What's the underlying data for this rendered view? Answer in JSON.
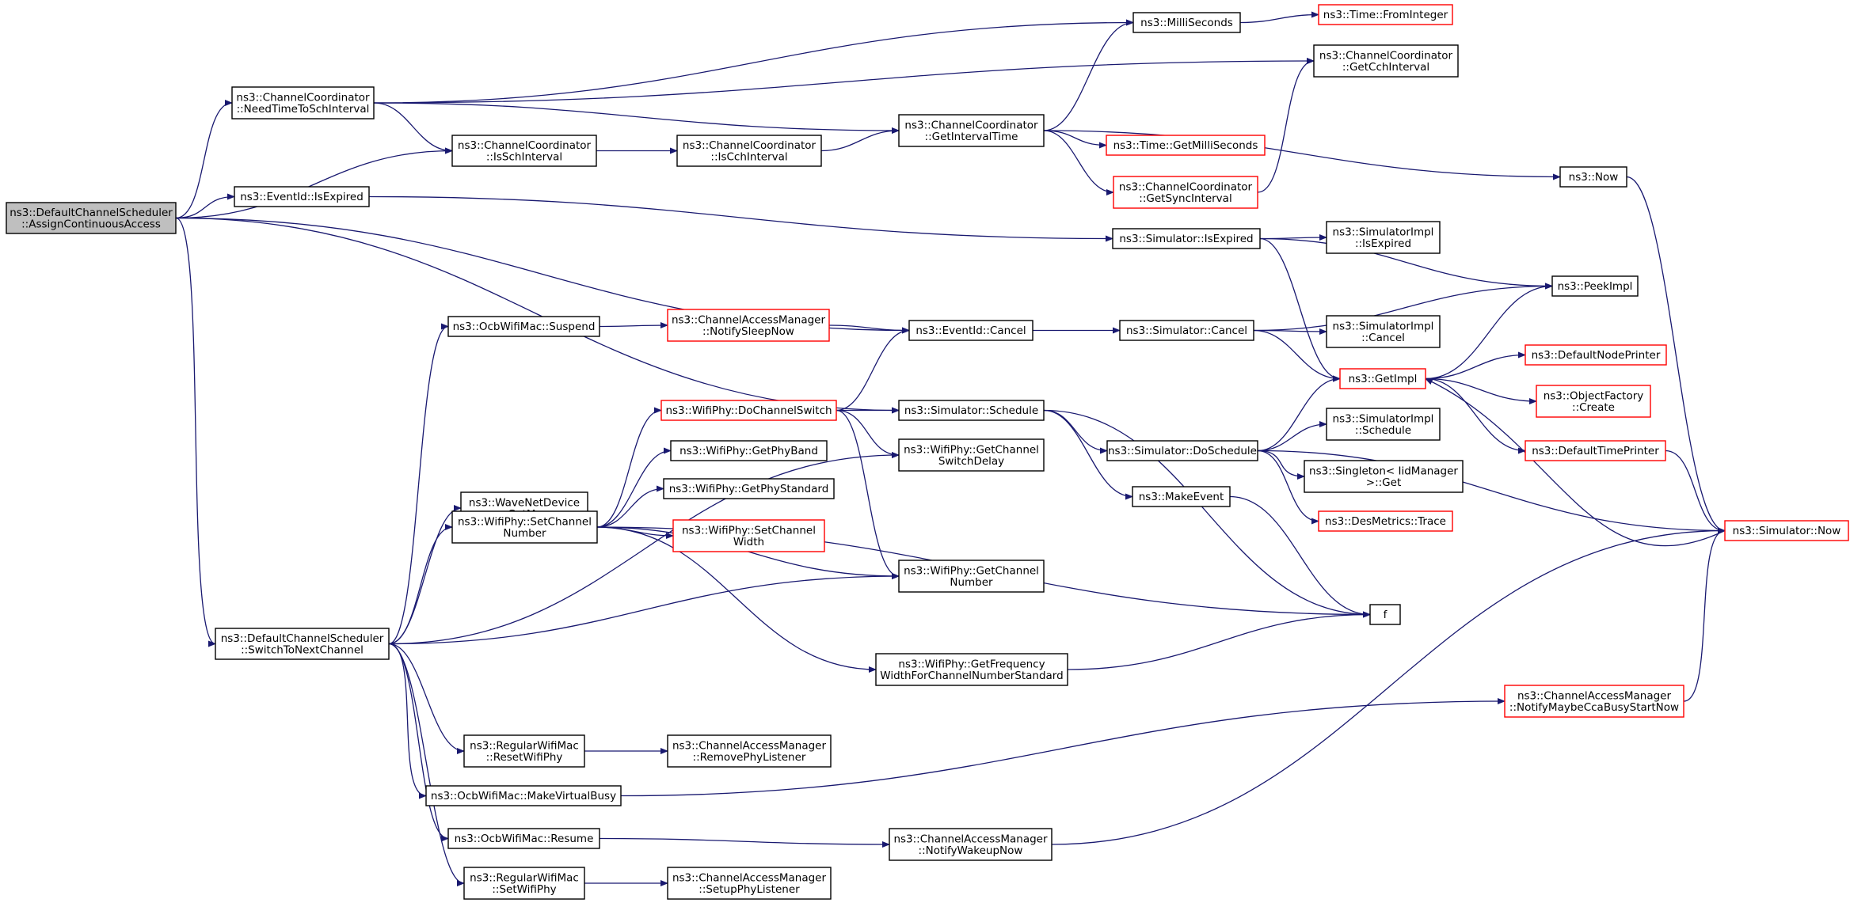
{
  "colors": {
    "edge": "#191970",
    "box_normal": "#000000",
    "box_truncated": "#ff0000",
    "root_fill": "#bfbfbf",
    "background": "#ffffff"
  },
  "nodes": [
    {
      "id": "root",
      "label": [
        "ns3::DefaultChannelScheduler",
        "::AssignContinuousAccess"
      ],
      "style": "root"
    },
    {
      "id": "needTime",
      "label": [
        "ns3::ChannelCoordinator",
        "::NeedTimeToSchInterval"
      ],
      "style": "normal"
    },
    {
      "id": "isSch",
      "label": [
        "ns3::ChannelCoordinator",
        "::IsSchInterval"
      ],
      "style": "normal"
    },
    {
      "id": "isCch",
      "label": [
        "ns3::ChannelCoordinator",
        "::IsCchInterval"
      ],
      "style": "normal"
    },
    {
      "id": "getInterval",
      "label": [
        "ns3::ChannelCoordinator",
        "::GetIntervalTime"
      ],
      "style": "normal"
    },
    {
      "id": "milli",
      "label": [
        "ns3::MilliSeconds"
      ],
      "style": "normal"
    },
    {
      "id": "fromInt",
      "label": [
        "ns3::Time::FromInteger"
      ],
      "style": "truncated"
    },
    {
      "id": "getCch",
      "label": [
        "ns3::ChannelCoordinator",
        "::GetCchInterval"
      ],
      "style": "normal"
    },
    {
      "id": "getMilli",
      "label": [
        "ns3::Time::GetMilliSeconds"
      ],
      "style": "truncated"
    },
    {
      "id": "getSync",
      "label": [
        "ns3::ChannelCoordinator",
        "::GetSyncInterval"
      ],
      "style": "truncated"
    },
    {
      "id": "now",
      "label": [
        "ns3::Now"
      ],
      "style": "normal"
    },
    {
      "id": "evIsExpired",
      "label": [
        "ns3::EventId::IsExpired"
      ],
      "style": "normal"
    },
    {
      "id": "simIsExpired",
      "label": [
        "ns3::Simulator::IsExpired"
      ],
      "style": "normal"
    },
    {
      "id": "implIsExpired",
      "label": [
        "ns3::SimulatorImpl",
        "::IsExpired"
      ],
      "style": "normal"
    },
    {
      "id": "peek",
      "label": [
        "ns3::PeekImpl"
      ],
      "style": "normal"
    },
    {
      "id": "suspend",
      "label": [
        "ns3::OcbWifiMac::Suspend"
      ],
      "style": "normal"
    },
    {
      "id": "notifySleep",
      "label": [
        "ns3::ChannelAccessManager",
        "::NotifySleepNow"
      ],
      "style": "truncated"
    },
    {
      "id": "evCancel",
      "label": [
        "ns3::EventId::Cancel"
      ],
      "style": "normal"
    },
    {
      "id": "simCancel",
      "label": [
        "ns3::Simulator::Cancel"
      ],
      "style": "normal"
    },
    {
      "id": "implCancel",
      "label": [
        "ns3::SimulatorImpl",
        "::Cancel"
      ],
      "style": "normal"
    },
    {
      "id": "getImpl",
      "label": [
        "ns3::GetImpl"
      ],
      "style": "truncated"
    },
    {
      "id": "defNodePrinter",
      "label": [
        "ns3::DefaultNodePrinter"
      ],
      "style": "truncated"
    },
    {
      "id": "objCreate",
      "label": [
        "ns3::ObjectFactory",
        "::Create"
      ],
      "style": "truncated"
    },
    {
      "id": "defTimePrinter",
      "label": [
        "ns3::DefaultTimePrinter"
      ],
      "style": "truncated"
    },
    {
      "id": "simNow",
      "label": [
        "ns3::Simulator::Now"
      ],
      "style": "truncated"
    },
    {
      "id": "doChSwitch",
      "label": [
        "ns3::WifiPhy::DoChannelSwitch"
      ],
      "style": "truncated"
    },
    {
      "id": "simSchedule",
      "label": [
        "ns3::Simulator::Schedule"
      ],
      "style": "normal"
    },
    {
      "id": "doSchedule",
      "label": [
        "ns3::Simulator::DoSchedule"
      ],
      "style": "normal"
    },
    {
      "id": "implSchedule",
      "label": [
        "ns3::SimulatorImpl",
        "::Schedule"
      ],
      "style": "normal"
    },
    {
      "id": "singleton",
      "label": [
        "ns3::Singleton< IidManager",
        " >::Get"
      ],
      "style": "normal"
    },
    {
      "id": "desTrace",
      "label": [
        "ns3::DesMetrics::Trace"
      ],
      "style": "truncated"
    },
    {
      "id": "makeEvent",
      "label": [
        "ns3::MakeEvent"
      ],
      "style": "normal"
    },
    {
      "id": "fnode",
      "label": [
        "f"
      ],
      "style": "normal"
    },
    {
      "id": "getPhyBand",
      "label": [
        "ns3::WifiPhy::GetPhyBand"
      ],
      "style": "normal"
    },
    {
      "id": "getPhyStd",
      "label": [
        "ns3::WifiPhy::GetPhyStandard"
      ],
      "style": "normal"
    },
    {
      "id": "setChWidth",
      "label": [
        "ns3::WifiPhy::SetChannel",
        "Width"
      ],
      "style": "truncated"
    },
    {
      "id": "getChSwDelay",
      "label": [
        "ns3::WifiPhy::GetChannel",
        "SwitchDelay"
      ],
      "style": "normal"
    },
    {
      "id": "getChNum",
      "label": [
        "ns3::WifiPhy::GetChannel",
        "Number"
      ],
      "style": "normal"
    },
    {
      "id": "getFreqWidth",
      "label": [
        "ns3::WifiPhy::GetFrequency",
        "WidthForChannelNumberStandard"
      ],
      "style": "normal"
    },
    {
      "id": "waveGetMac",
      "label": [
        "ns3::WaveNetDevice",
        "::GetMac"
      ],
      "style": "normal"
    },
    {
      "id": "setChNum",
      "label": [
        "ns3::WifiPhy::SetChannel",
        "Number"
      ],
      "style": "normal"
    },
    {
      "id": "switchNext",
      "label": [
        "ns3::DefaultChannelScheduler",
        "::SwitchToNextChannel"
      ],
      "style": "normal"
    },
    {
      "id": "resetPhy",
      "label": [
        "ns3::RegularWifiMac",
        "::ResetWifiPhy"
      ],
      "style": "normal"
    },
    {
      "id": "removeListener",
      "label": [
        "ns3::ChannelAccessManager",
        "::RemovePhyListener"
      ],
      "style": "normal"
    },
    {
      "id": "makeVirtBusy",
      "label": [
        "ns3::OcbWifiMac::MakeVirtualBusy"
      ],
      "style": "normal"
    },
    {
      "id": "notifyCca",
      "label": [
        "ns3::ChannelAccessManager",
        "::NotifyMaybeCcaBusyStartNow"
      ],
      "style": "truncated"
    },
    {
      "id": "resume",
      "label": [
        "ns3::OcbWifiMac::Resume"
      ],
      "style": "normal"
    },
    {
      "id": "notifyWakeup",
      "label": [
        "ns3::ChannelAccessManager",
        "::NotifyWakeupNow"
      ],
      "style": "normal"
    },
    {
      "id": "setPhy",
      "label": [
        "ns3::RegularWifiMac",
        "::SetWifiPhy"
      ],
      "style": "normal"
    },
    {
      "id": "setupListener",
      "label": [
        "ns3::ChannelAccessManager",
        "::SetupPhyListener"
      ],
      "style": "normal"
    }
  ],
  "edges": [
    [
      "root",
      "needTime"
    ],
    [
      "root",
      "isSch"
    ],
    [
      "root",
      "evIsExpired"
    ],
    [
      "root",
      "evCancel"
    ],
    [
      "root",
      "simSchedule"
    ],
    [
      "root",
      "switchNext"
    ],
    [
      "needTime",
      "milli"
    ],
    [
      "needTime",
      "getCch"
    ],
    [
      "needTime",
      "getInterval"
    ],
    [
      "needTime",
      "isSch"
    ],
    [
      "isSch",
      "isCch"
    ],
    [
      "isCch",
      "getInterval"
    ],
    [
      "getInterval",
      "milli"
    ],
    [
      "getInterval",
      "getMilli"
    ],
    [
      "getInterval",
      "getSync"
    ],
    [
      "getInterval",
      "now"
    ],
    [
      "milli",
      "fromInt"
    ],
    [
      "getSync",
      "getCch"
    ],
    [
      "now",
      "simNow"
    ],
    [
      "evIsExpired",
      "simIsExpired"
    ],
    [
      "simIsExpired",
      "implIsExpired"
    ],
    [
      "simIsExpired",
      "peek"
    ],
    [
      "simIsExpired",
      "getImpl"
    ],
    [
      "suspend",
      "notifySleep"
    ],
    [
      "notifySleep",
      "evCancel"
    ],
    [
      "evCancel",
      "simCancel"
    ],
    [
      "simCancel",
      "implCancel"
    ],
    [
      "simCancel",
      "peek"
    ],
    [
      "simCancel",
      "getImpl"
    ],
    [
      "getImpl",
      "peek"
    ],
    [
      "getImpl",
      "defNodePrinter"
    ],
    [
      "getImpl",
      "objCreate"
    ],
    [
      "getImpl",
      "defTimePrinter"
    ],
    [
      "defTimePrinter",
      "simNow"
    ],
    [
      "simNow",
      "getImpl"
    ],
    [
      "doChSwitch",
      "evCancel"
    ],
    [
      "doChSwitch",
      "simSchedule"
    ],
    [
      "doChSwitch",
      "getChSwDelay"
    ],
    [
      "doChSwitch",
      "getChNum"
    ],
    [
      "simSchedule",
      "doSchedule"
    ],
    [
      "simSchedule",
      "makeEvent"
    ],
    [
      "simSchedule",
      "fnode"
    ],
    [
      "doSchedule",
      "getImpl"
    ],
    [
      "doSchedule",
      "implSchedule"
    ],
    [
      "doSchedule",
      "singleton"
    ],
    [
      "doSchedule",
      "desTrace"
    ],
    [
      "doSchedule",
      "simNow"
    ],
    [
      "makeEvent",
      "fnode"
    ],
    [
      "setChNum",
      "doChSwitch"
    ],
    [
      "setChNum",
      "getPhyBand"
    ],
    [
      "setChNum",
      "getPhyStd"
    ],
    [
      "setChNum",
      "setChWidth"
    ],
    [
      "setChNum",
      "getChNum"
    ],
    [
      "setChNum",
      "fnode"
    ],
    [
      "setChNum",
      "getFreqWidth"
    ],
    [
      "getFreqWidth",
      "fnode"
    ],
    [
      "switchNext",
      "suspend"
    ],
    [
      "switchNext",
      "getChSwDelay"
    ],
    [
      "switchNext",
      "waveGetMac"
    ],
    [
      "switchNext",
      "setChNum"
    ],
    [
      "switchNext",
      "getChNum"
    ],
    [
      "switchNext",
      "resetPhy"
    ],
    [
      "switchNext",
      "makeVirtBusy"
    ],
    [
      "switchNext",
      "resume"
    ],
    [
      "switchNext",
      "setPhy"
    ],
    [
      "resetPhy",
      "removeListener"
    ],
    [
      "makeVirtBusy",
      "notifyCca"
    ],
    [
      "notifyCca",
      "simNow"
    ],
    [
      "resume",
      "notifyWakeup"
    ],
    [
      "notifyWakeup",
      "simNow"
    ],
    [
      "setPhy",
      "setupListener"
    ]
  ]
}
